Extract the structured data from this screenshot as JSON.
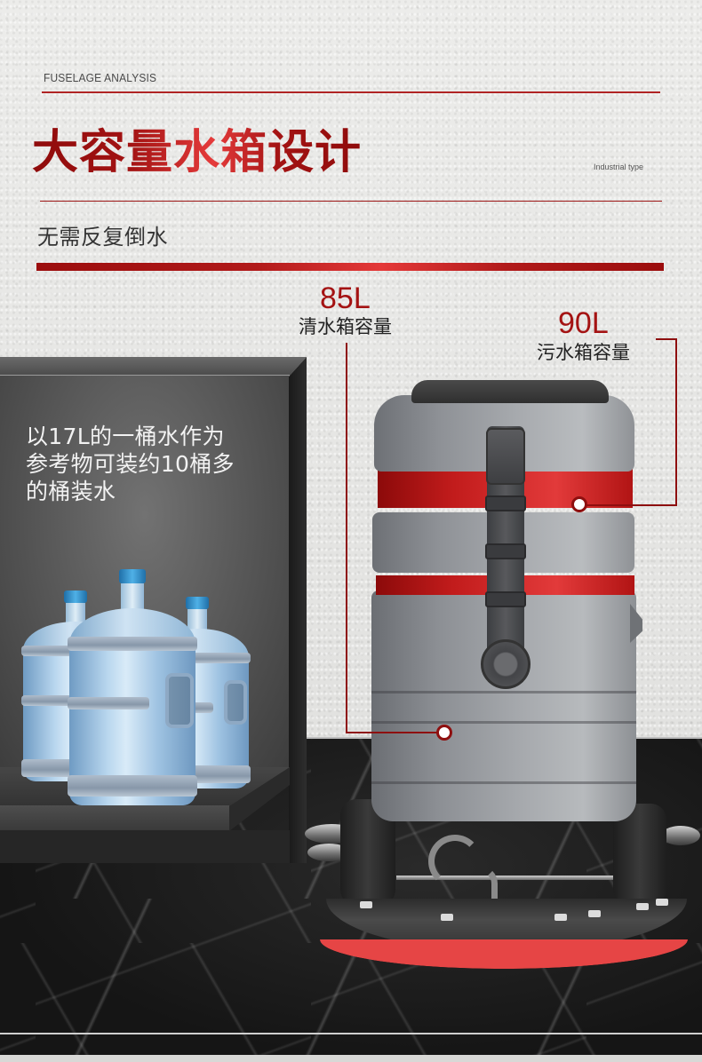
{
  "header": {
    "eyebrow": "FUSELAGE ANALYSIS",
    "title": "大容量水箱设计",
    "title_mark": "Industrial type",
    "subtitle": "无需反复倒水"
  },
  "callouts": [
    {
      "value": "85L",
      "label": "清水箱容量"
    },
    {
      "value": "90L",
      "label": "污水箱容量"
    }
  ],
  "comparison": {
    "lines": [
      "以17L的一桶水作为",
      "参考物可装约10桶多",
      "的桶装水"
    ]
  },
  "colors": {
    "accent_red": "#a41313",
    "band_red": "#e23a3a",
    "text_dark": "#333333",
    "background": "#e6e6e4",
    "floor": "#1a1a1a"
  }
}
